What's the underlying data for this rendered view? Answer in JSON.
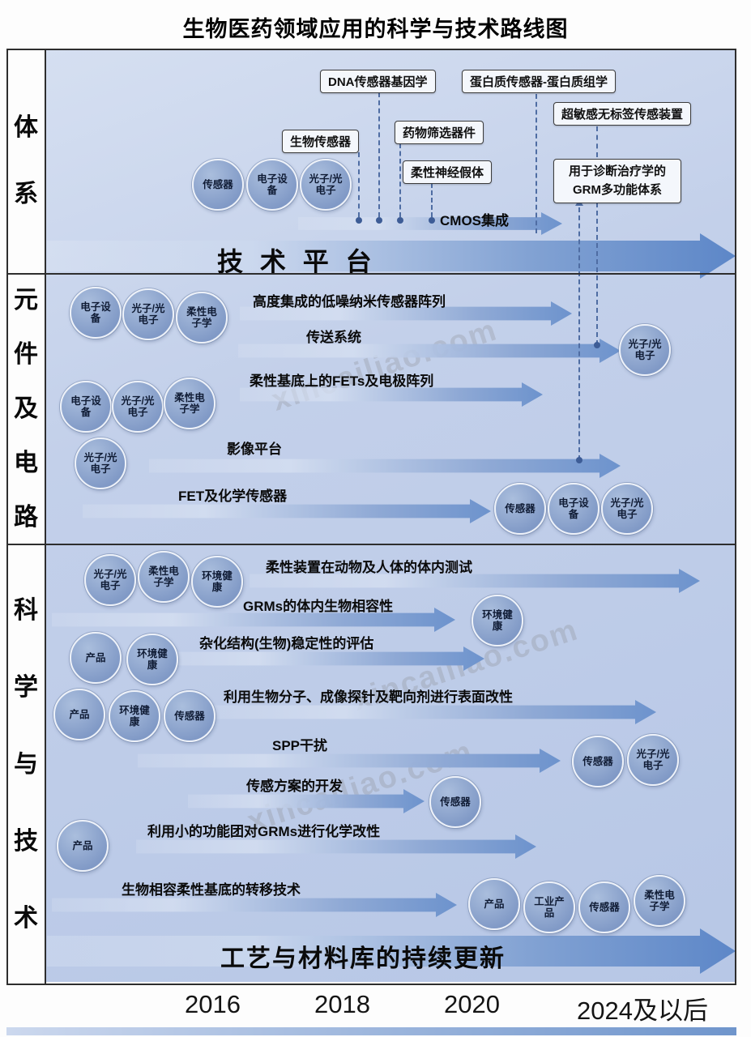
{
  "title": "生物医药领域应用的科学与技术路线图",
  "watermark": "xincailiao.com",
  "sections": {
    "system": {
      "label": "体系",
      "callouts": {
        "dna": "DNA传感器基因学",
        "protein": "蛋白质传感器-蛋白质组学",
        "ultrasensitive": "超敏感无标签传感装置",
        "biosensor": "生物传感器",
        "drug_screening": "药物筛选器件",
        "neural": "柔性神经假体",
        "grm": "用于诊断治疗学的GRM多功能体系"
      },
      "cmos_label": "CMOS集成",
      "platform_arrow_label": "技 术 平 台"
    },
    "components": {
      "label": "元件及电路",
      "arrow_labels": {
        "nano_array": "高度集成的低噪纳米传感器阵列",
        "delivery": "传送系统",
        "fets": "柔性基底上的FETs及电极阵列",
        "imaging": "影像平台",
        "fet_chem": "FET及化学传感器"
      }
    },
    "science": {
      "label": "科学与技术",
      "arrow_labels": {
        "invivo_test": "柔性装置在动物及人体的体内测试",
        "biocompat": "GRMs的体内生物相容性",
        "hybrid": "杂化结构(生物)稳定性的评估",
        "surface_mod": "利用生物分子、成像探针及靶向剂进行表面改性",
        "spp": "SPP干扰",
        "sensing_dev": "传感方案的开发",
        "chem_mod": "利用小的功能团对GRMs进行化学改性",
        "transfer": "生物相容柔性基底的转移技术"
      },
      "bottom_arrow_label": "工艺与材料库的持续更新"
    }
  },
  "circle_labels": {
    "sensor": "传感器",
    "electronics": "电子设备",
    "photonics": "光子/光电子",
    "flexible": "柔性电子学",
    "environment": "环境健康",
    "product": "产品",
    "industrial": "工业产品"
  },
  "timeline": {
    "y2016": "2016",
    "y2018": "2018",
    "y2020": "2020",
    "y2024": "2024及以后"
  },
  "colors": {
    "arrow_blue": "#6d93cd",
    "circle_fill": "#8ca6ce",
    "background_blue": "#b7c7e6",
    "dashed_line": "#4f6da3"
  }
}
